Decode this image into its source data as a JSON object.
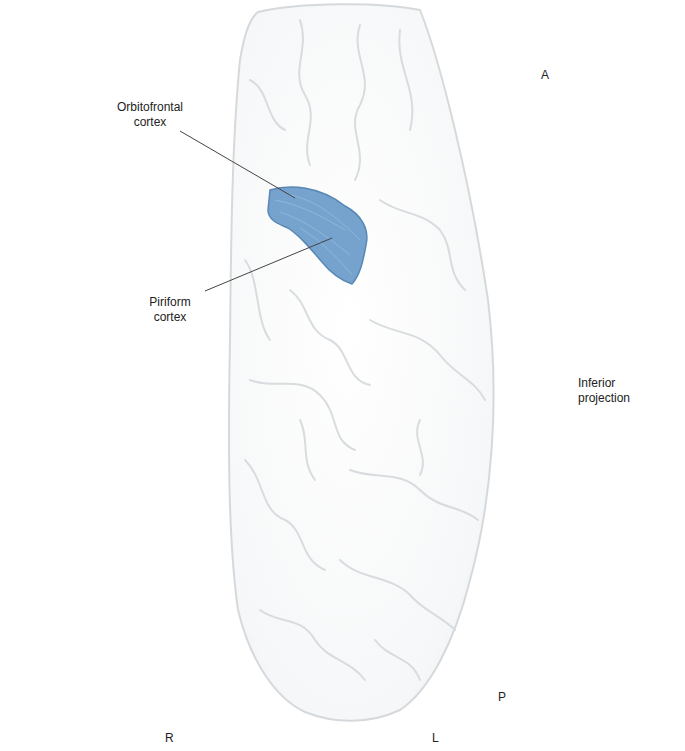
{
  "diagram": {
    "labels": [
      "Orbitofrontal cortex",
      "Piriform cortex",
      "A",
      "Inferior projection",
      "P",
      "R",
      "L"
    ]
  }
}
